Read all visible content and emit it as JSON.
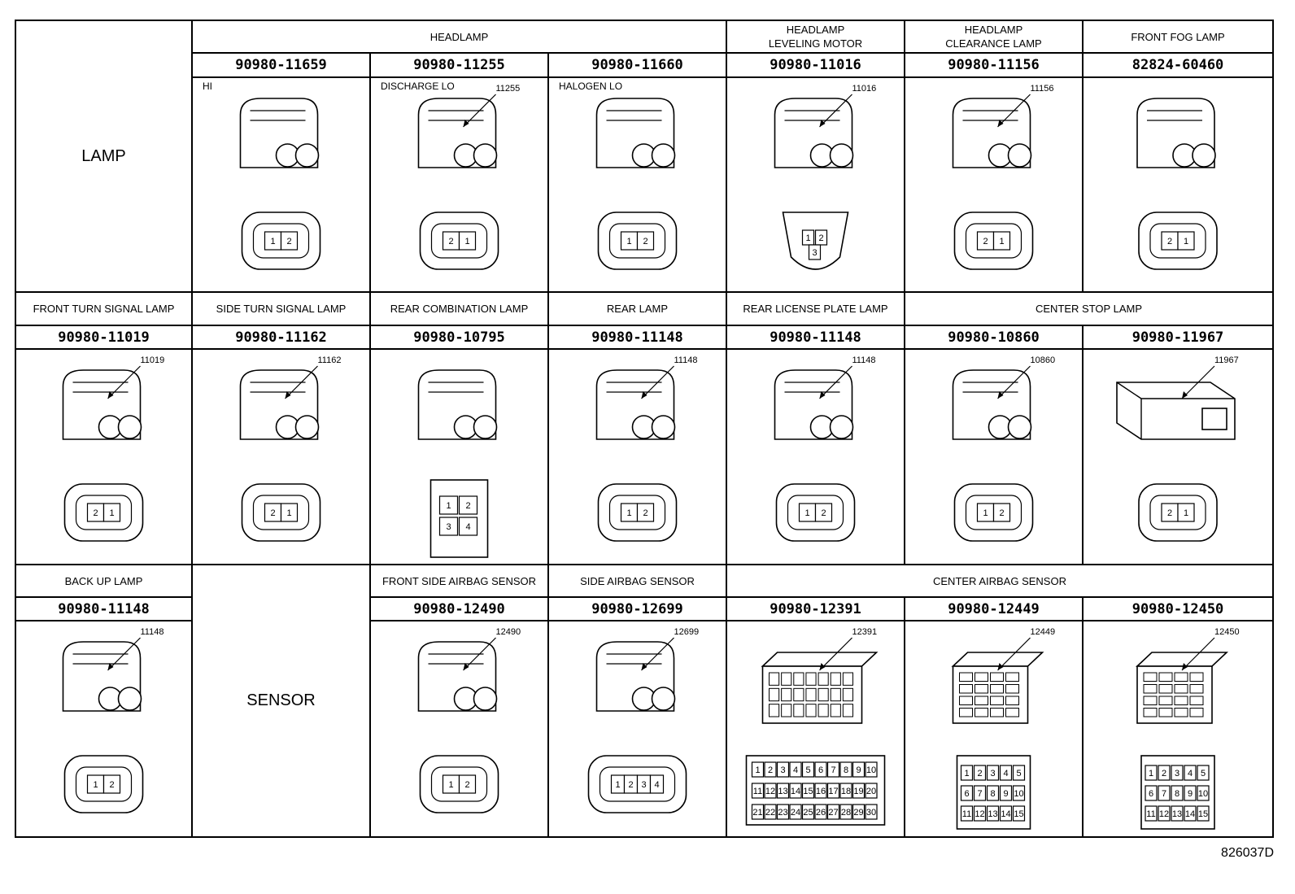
{
  "groups": [
    {
      "id": "headlamp",
      "label": "HEADLAMP"
    },
    {
      "id": "headlamp-leveling-motor",
      "label": "HEADLAMP\nLEVELING MOTOR"
    },
    {
      "id": "headlamp-clearance-lamp",
      "label": "HEADLAMP\nCLEARANCE LAMP"
    },
    {
      "id": "front-fog-lamp",
      "label": "FRONT FOG LAMP"
    },
    {
      "id": "front-turn-signal-lamp",
      "label": "FRONT TURN SIGNAL LAMP"
    },
    {
      "id": "side-turn-signal-lamp",
      "label": "SIDE TURN SIGNAL LAMP"
    },
    {
      "id": "rear-combination-lamp",
      "label": "REAR COMBINATION LAMP"
    },
    {
      "id": "rear-lamp",
      "label": "REAR LAMP"
    },
    {
      "id": "rear-license-plate-lamp",
      "label": "REAR LICENSE PLATE LAMP"
    },
    {
      "id": "center-stop-lamp",
      "label": "CENTER STOP LAMP"
    },
    {
      "id": "back-up-lamp",
      "label": "BACK UP LAMP"
    },
    {
      "id": "front-side-airbag-sensor",
      "label": "FRONT SIDE AIRBAG SENSOR"
    },
    {
      "id": "side-airbag-sensor",
      "label": "SIDE AIRBAG SENSOR"
    },
    {
      "id": "center-airbag-sensor",
      "label": "CENTER AIRBAG SENSOR"
    }
  ],
  "categories": {
    "lamp": "LAMP",
    "sensor": "SENSOR"
  },
  "connectors": [
    {
      "part": "90980-11659",
      "sub": "HI",
      "callout": "",
      "pins": [
        "1",
        "2"
      ]
    },
    {
      "part": "90980-11255",
      "sub": "DISCHARGE LO",
      "callout": "11255",
      "pins": [
        "2",
        "1"
      ]
    },
    {
      "part": "90980-11660",
      "sub": "HALOGEN LO",
      "callout": "",
      "pins": [
        "1",
        "2"
      ]
    },
    {
      "part": "90980-11016",
      "sub": "",
      "callout": "11016",
      "pins": [
        "1",
        "2",
        "3"
      ]
    },
    {
      "part": "90980-11156",
      "sub": "",
      "callout": "11156",
      "pins": [
        "2",
        "1"
      ]
    },
    {
      "part": "82824-60460",
      "sub": "",
      "callout": "",
      "pins": [
        "2",
        "1"
      ]
    },
    {
      "part": "90980-11019",
      "sub": "",
      "callout": "11019",
      "pins": [
        "2",
        "1"
      ]
    },
    {
      "part": "90980-11162",
      "sub": "",
      "callout": "11162",
      "pins": [
        "2",
        "1"
      ]
    },
    {
      "part": "90980-10795",
      "sub": "",
      "callout": "",
      "pins": [
        "1",
        "2",
        "3",
        "4"
      ]
    },
    {
      "part": "90980-11148",
      "sub": "",
      "callout": "11148",
      "pins": [
        "1",
        "2"
      ]
    },
    {
      "part": "90980-11148",
      "sub": "",
      "callout": "11148",
      "pins": [
        "1",
        "2"
      ]
    },
    {
      "part": "90980-10860",
      "sub": "",
      "callout": "10860",
      "pins": [
        "1",
        "2"
      ]
    },
    {
      "part": "90980-11967",
      "sub": "",
      "callout": "11967",
      "pins": [
        "2",
        "1"
      ]
    },
    {
      "part": "90980-11148",
      "sub": "",
      "callout": "11148",
      "pins": [
        "1",
        "2"
      ]
    },
    {
      "part": "90980-12490",
      "sub": "",
      "callout": "12490",
      "pins": [
        "1",
        "2"
      ]
    },
    {
      "part": "90980-12699",
      "sub": "",
      "callout": "12699",
      "pins": [
        "1",
        "2",
        "3",
        "4"
      ]
    },
    {
      "part": "90980-12391",
      "sub": "",
      "callout": "12391",
      "pins": [
        "1",
        "2",
        "3",
        "4",
        "5",
        "6",
        "7",
        "8",
        "9",
        "10",
        "11",
        "12",
        "13",
        "14",
        "15",
        "16",
        "17",
        "18",
        "19",
        "20",
        "21",
        "22",
        "23",
        "24",
        "25",
        "26",
        "27",
        "28",
        "29",
        "30"
      ]
    },
    {
      "part": "90980-12449",
      "sub": "",
      "callout": "12449",
      "pins": [
        "1",
        "2",
        "3",
        "4",
        "5",
        "6",
        "7",
        "8",
        "9",
        "10",
        "11",
        "12",
        "13",
        "14",
        "15"
      ]
    },
    {
      "part": "90980-12450",
      "sub": "",
      "callout": "12450",
      "pins": [
        "1",
        "2",
        "3",
        "4",
        "5",
        "6",
        "7",
        "8",
        "9",
        "10",
        "11",
        "12",
        "13",
        "14",
        "15"
      ]
    }
  ],
  "footer_code": "826037D"
}
